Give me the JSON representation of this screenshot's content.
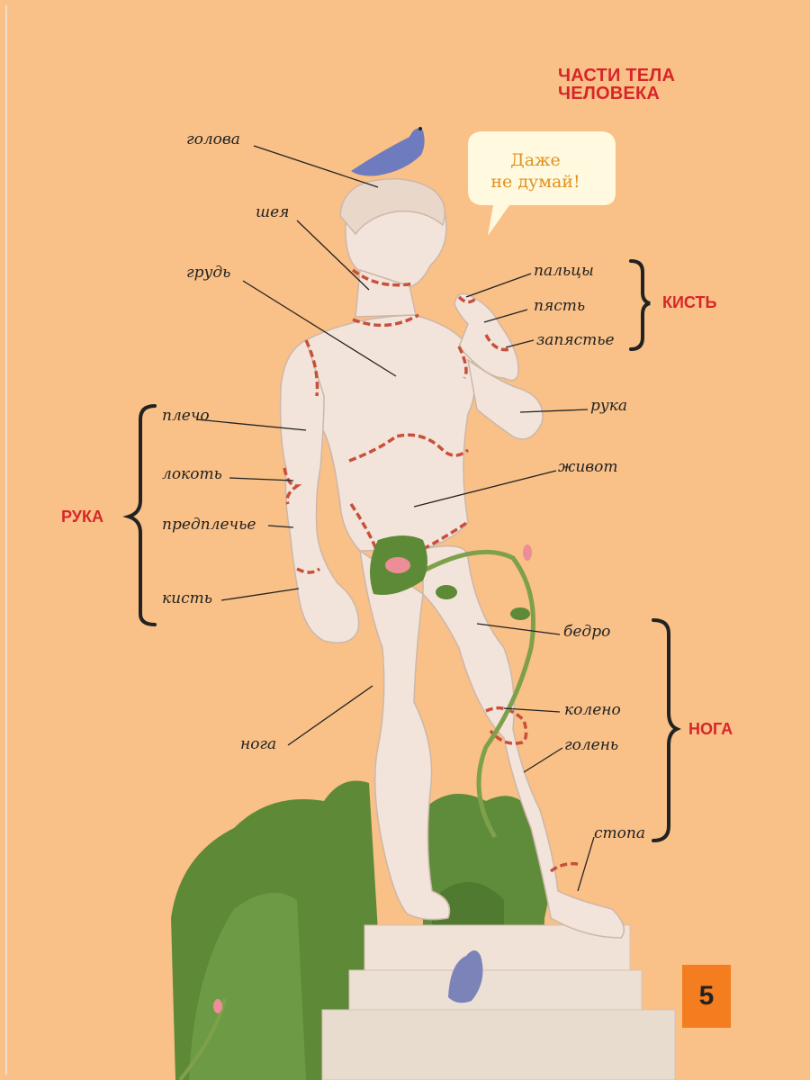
{
  "title": {
    "line1": "ЧАСТИ ТЕЛА",
    "line2": "ЧЕЛОВЕКА"
  },
  "speech_bubble": {
    "line1": "Даже",
    "line2": "не думай!"
  },
  "labels": {
    "head": "голова",
    "neck": "шея",
    "chest": "грудь",
    "fingers": "пальцы",
    "metacarpus": "пясть",
    "wrist": "запястье",
    "arm": "рука",
    "shoulder": "плечо",
    "elbow": "локоть",
    "forearm": "предплечье",
    "hand": "кисть",
    "belly": "живот",
    "thigh": "бедро",
    "knee": "колено",
    "leg": "нога",
    "shin": "голень",
    "foot": "стопа"
  },
  "groups": {
    "hand_group": "КИСТЬ",
    "arm_group": "РУКА",
    "leg_group": "НОГА"
  },
  "page_number": "5",
  "colors": {
    "background": "#f9c087",
    "title_red": "#d7262a",
    "page_tab": "#f47d1f",
    "statue": "#f2e4da",
    "bush": "#5e8a38",
    "dashed_boundary": "#c8503a"
  }
}
